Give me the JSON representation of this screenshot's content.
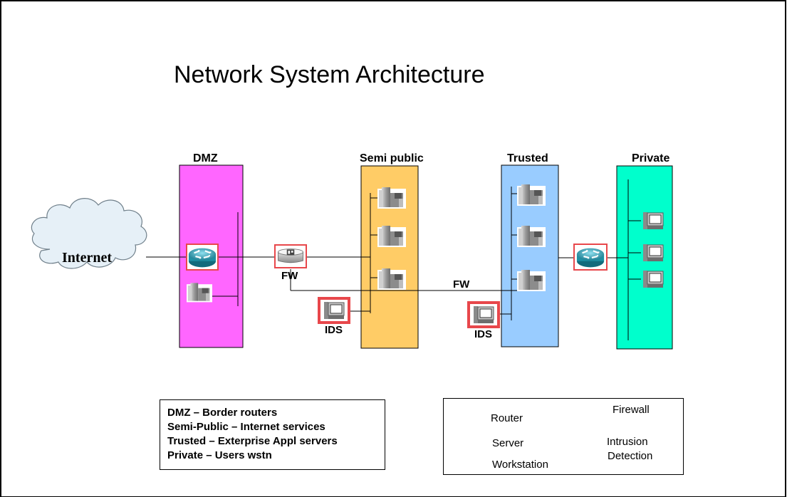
{
  "title": "Network System Architecture",
  "cloud_label": "Internet",
  "zones": {
    "dmz": "DMZ",
    "semi_public": "Semi public",
    "trusted": "Trusted",
    "private": "Private"
  },
  "labels": {
    "fw1": "FW",
    "fw2": "FW",
    "ids1": "IDS",
    "ids2": "IDS"
  },
  "description": [
    "DMZ – Border routers",
    "Semi-Public – Internet services",
    "Trusted – Exterprise Appl servers",
    "Private – Users wstn"
  ],
  "legend": {
    "router": "Router",
    "firewall": "Firewall",
    "server": "Server",
    "ids_line1": "Intrusion",
    "ids_line2": "Detection",
    "workstation": "Workstation"
  },
  "colors": {
    "dmz": "#ff66ff",
    "semi_public": "#ffcc66",
    "trusted": "#99ccff",
    "private": "#00ffcc",
    "cloud": "#e6f0f7",
    "highlight": "#e8474b",
    "router": "#1e8fa3"
  },
  "icons": [
    "router-icon",
    "firewall-icon",
    "server-icon",
    "workstation-icon",
    "ids-icon",
    "cloud-icon"
  ]
}
